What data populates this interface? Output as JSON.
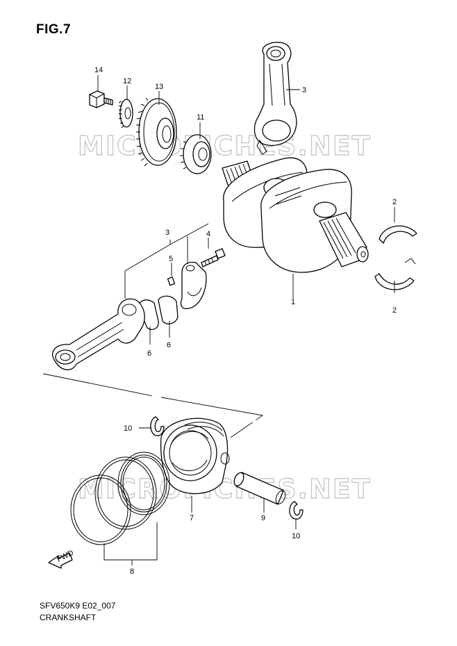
{
  "figure": {
    "title": "FIG.7",
    "reference_code": "SFV650K9 E02_007",
    "caption": "CRANKSHAFT"
  },
  "watermark": {
    "text": "MICROFICHES.NET"
  },
  "fwd_marker": {
    "label": "FWD",
    "icon": "fwd-arrow-icon"
  },
  "callouts": [
    {
      "id": "c14",
      "label": "14"
    },
    {
      "id": "c12",
      "label": "12"
    },
    {
      "id": "c13",
      "label": "13"
    },
    {
      "id": "c11",
      "label": "11"
    },
    {
      "id": "c3a",
      "label": "3"
    },
    {
      "id": "c2a",
      "label": "2"
    },
    {
      "id": "c2b",
      "label": "2"
    },
    {
      "id": "c1",
      "label": "1"
    },
    {
      "id": "c3b",
      "label": "3"
    },
    {
      "id": "c4",
      "label": "4"
    },
    {
      "id": "c5",
      "label": "5"
    },
    {
      "id": "c6a",
      "label": "6"
    },
    {
      "id": "c6b",
      "label": "6"
    },
    {
      "id": "c10a",
      "label": "10"
    },
    {
      "id": "c10b",
      "label": "10"
    },
    {
      "id": "c7",
      "label": "7"
    },
    {
      "id": "c8",
      "label": "8"
    },
    {
      "id": "c9",
      "label": "9"
    }
  ]
}
